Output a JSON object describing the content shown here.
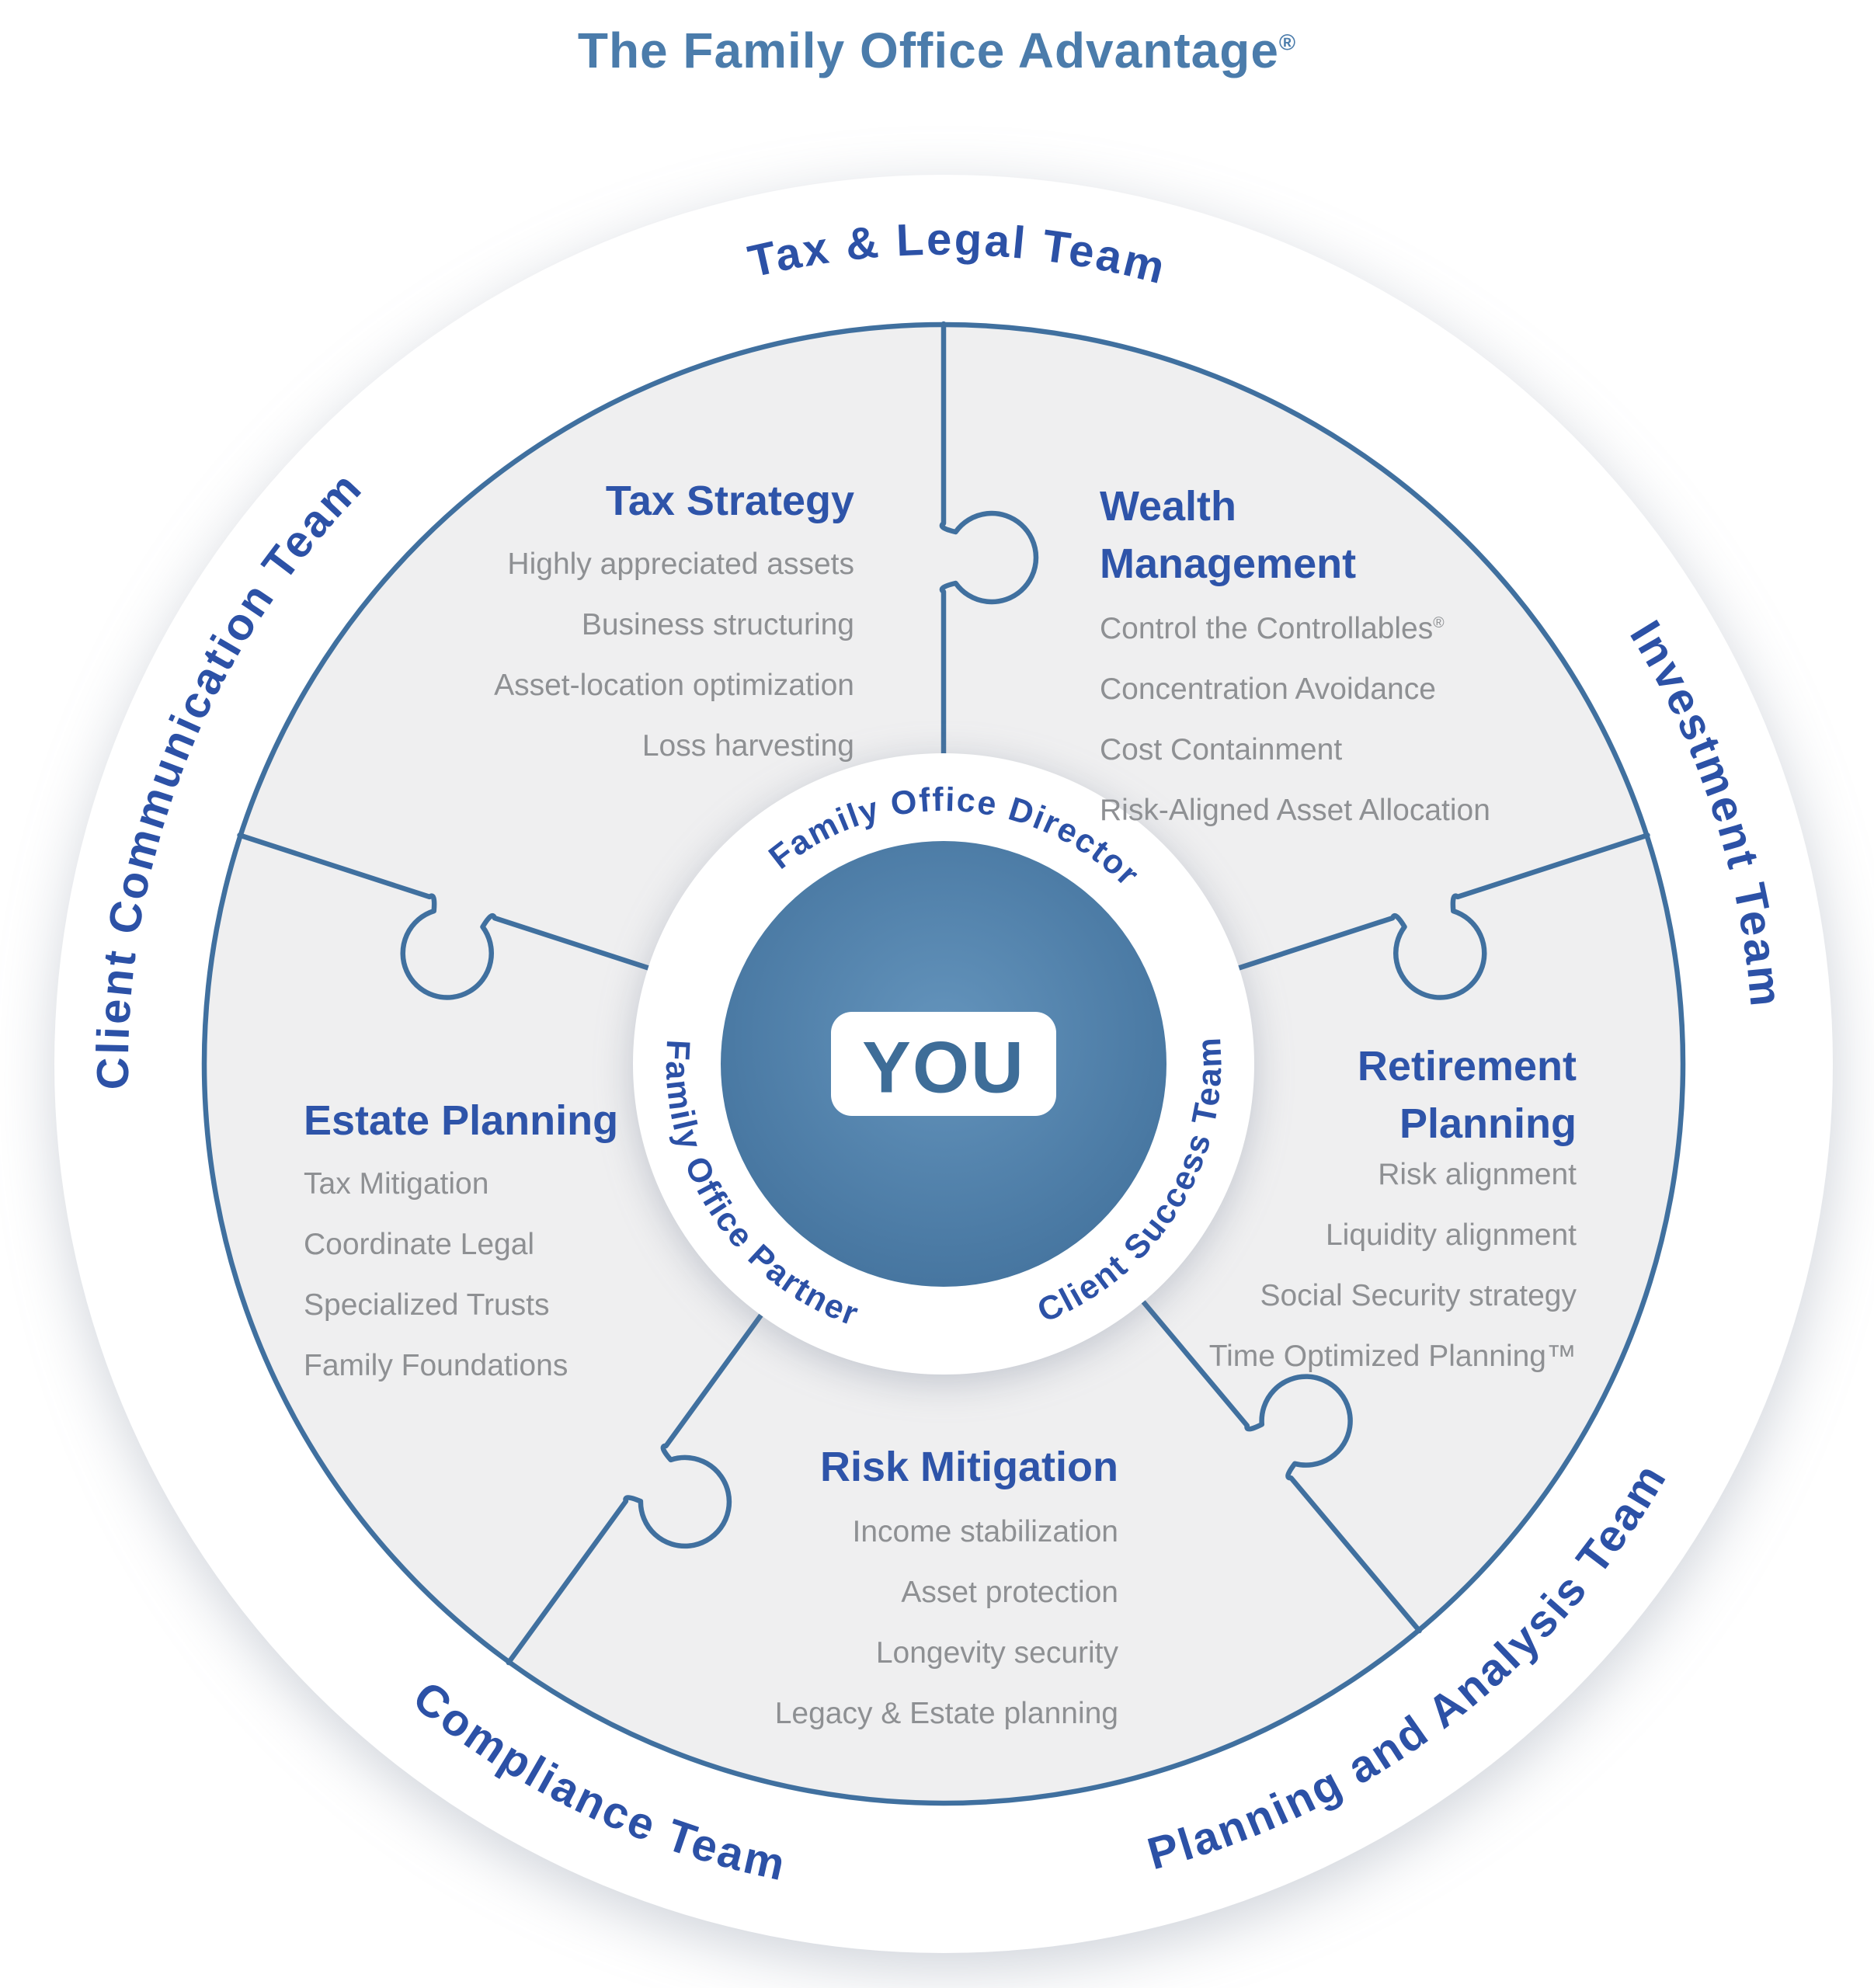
{
  "title": "The Family Office Advantage®",
  "colors": {
    "title_blue": "#4b7cab",
    "heading_blue": "#2e54a9",
    "label_blue": "#2c51a6",
    "body_gray": "#8e9093",
    "piece_fill": "#efeff0",
    "line_blue": "#40709f",
    "center_blue_light": "#6494bc",
    "center_blue_dark": "#3e6d98",
    "background": "#ffffff"
  },
  "center": {
    "you_label": "YOU",
    "ring_labels": [
      {
        "id": "director",
        "text": "Family Office Director"
      },
      {
        "id": "partner",
        "text": "Family Office Partner"
      },
      {
        "id": "success",
        "text": "Client Success Team"
      }
    ]
  },
  "outer_ring_labels": [
    {
      "id": "tax-legal",
      "text": "Tax & Legal Team"
    },
    {
      "id": "investment",
      "text": "Investment Team"
    },
    {
      "id": "planning-analysis",
      "text": "Planning and Analysis Team"
    },
    {
      "id": "compliance",
      "text": "Compliance Team"
    },
    {
      "id": "client-communication",
      "text": "Client Communication Team"
    }
  ],
  "segments": [
    {
      "id": "tax-strategy",
      "heading": "Tax Strategy",
      "items": [
        "Highly appreciated assets",
        "Business structuring",
        "Asset-location optimization",
        "Loss harvesting"
      ]
    },
    {
      "id": "wealth-management",
      "heading": "Wealth Management",
      "items": [
        "Control the Controllables®",
        "Concentration Avoidance",
        "Cost Containment",
        "Risk-Aligned Asset Allocation"
      ]
    },
    {
      "id": "retirement-planning",
      "heading": "Retirement Planning",
      "items": [
        "Risk alignment",
        "Liquidity alignment",
        "Social Security strategy",
        "Time Optimized Planning™"
      ]
    },
    {
      "id": "risk-mitigation",
      "heading": "Risk Mitigation",
      "items": [
        "Income stabilization",
        "Asset protection",
        "Longevity security",
        "Legacy & Estate planning"
      ]
    },
    {
      "id": "estate-planning",
      "heading": "Estate Planning",
      "items": [
        "Tax Mitigation",
        "Coordinate Legal",
        "Specialized Trusts",
        "Family Foundations"
      ]
    }
  ]
}
